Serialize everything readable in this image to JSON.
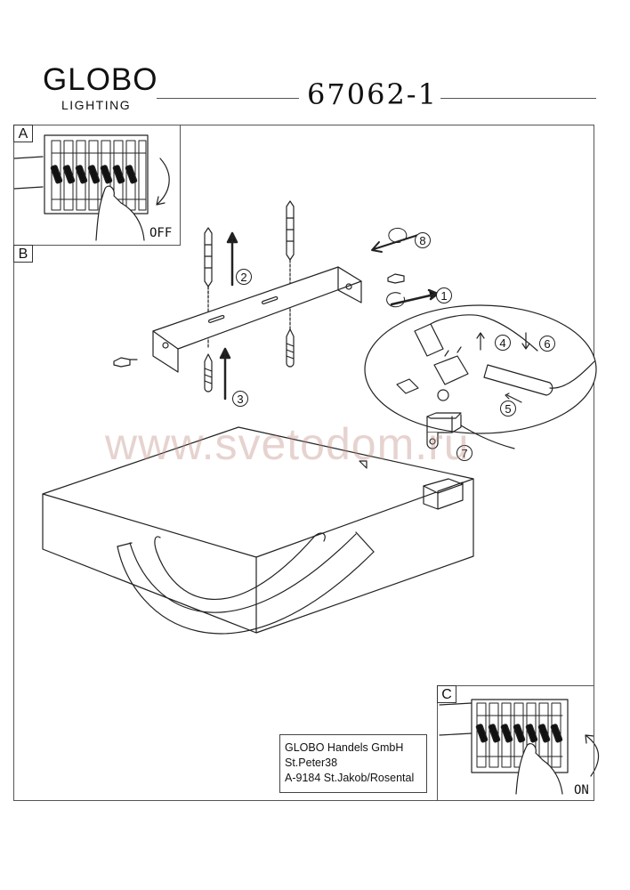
{
  "header": {
    "brand": "GLOBO",
    "brand_sub": "LIGHTING",
    "model_number": "67062-1"
  },
  "panels": {
    "a": {
      "label": "A",
      "state_text": "OFF"
    },
    "b": {
      "label": "B"
    },
    "c": {
      "label": "C",
      "state_text": "ON"
    }
  },
  "steps": [
    "1",
    "2",
    "3",
    "4",
    "5",
    "6",
    "7",
    "8"
  ],
  "address": {
    "line1": "GLOBO Handels GmbH",
    "line2": "St.Peter38",
    "line3": "A-9184 St.Jakob/Rosental"
  },
  "watermark": "www.svetodom.ru"
}
